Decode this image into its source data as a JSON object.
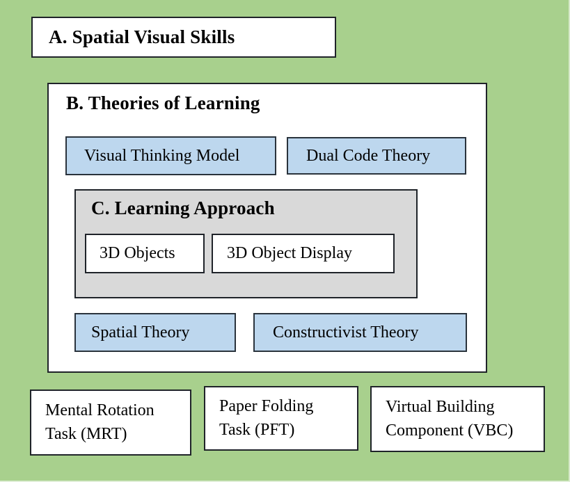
{
  "diagram": {
    "colors": {
      "page_background": "#a8d08d",
      "theory_fill": "#bdd7ee",
      "approach_fill": "#d9d9d9",
      "box_fill": "#ffffff",
      "border": "#1f2329"
    },
    "section_a": {
      "title": "A. Spatial Visual Skills"
    },
    "section_b": {
      "title": "B. Theories of Learning",
      "top_theories": [
        "Visual Thinking Model",
        "Dual Code Theory"
      ],
      "section_c": {
        "title": "C. Learning Approach",
        "objects": [
          "3D Objects",
          "3D Object Display"
        ]
      },
      "bottom_theories": [
        "Spatial Theory",
        "Constructivist Theory"
      ]
    },
    "tasks": [
      "Mental Rotation Task (MRT)",
      "Paper Folding Task (PFT)",
      "Virtual Building Component (VBC)"
    ]
  }
}
